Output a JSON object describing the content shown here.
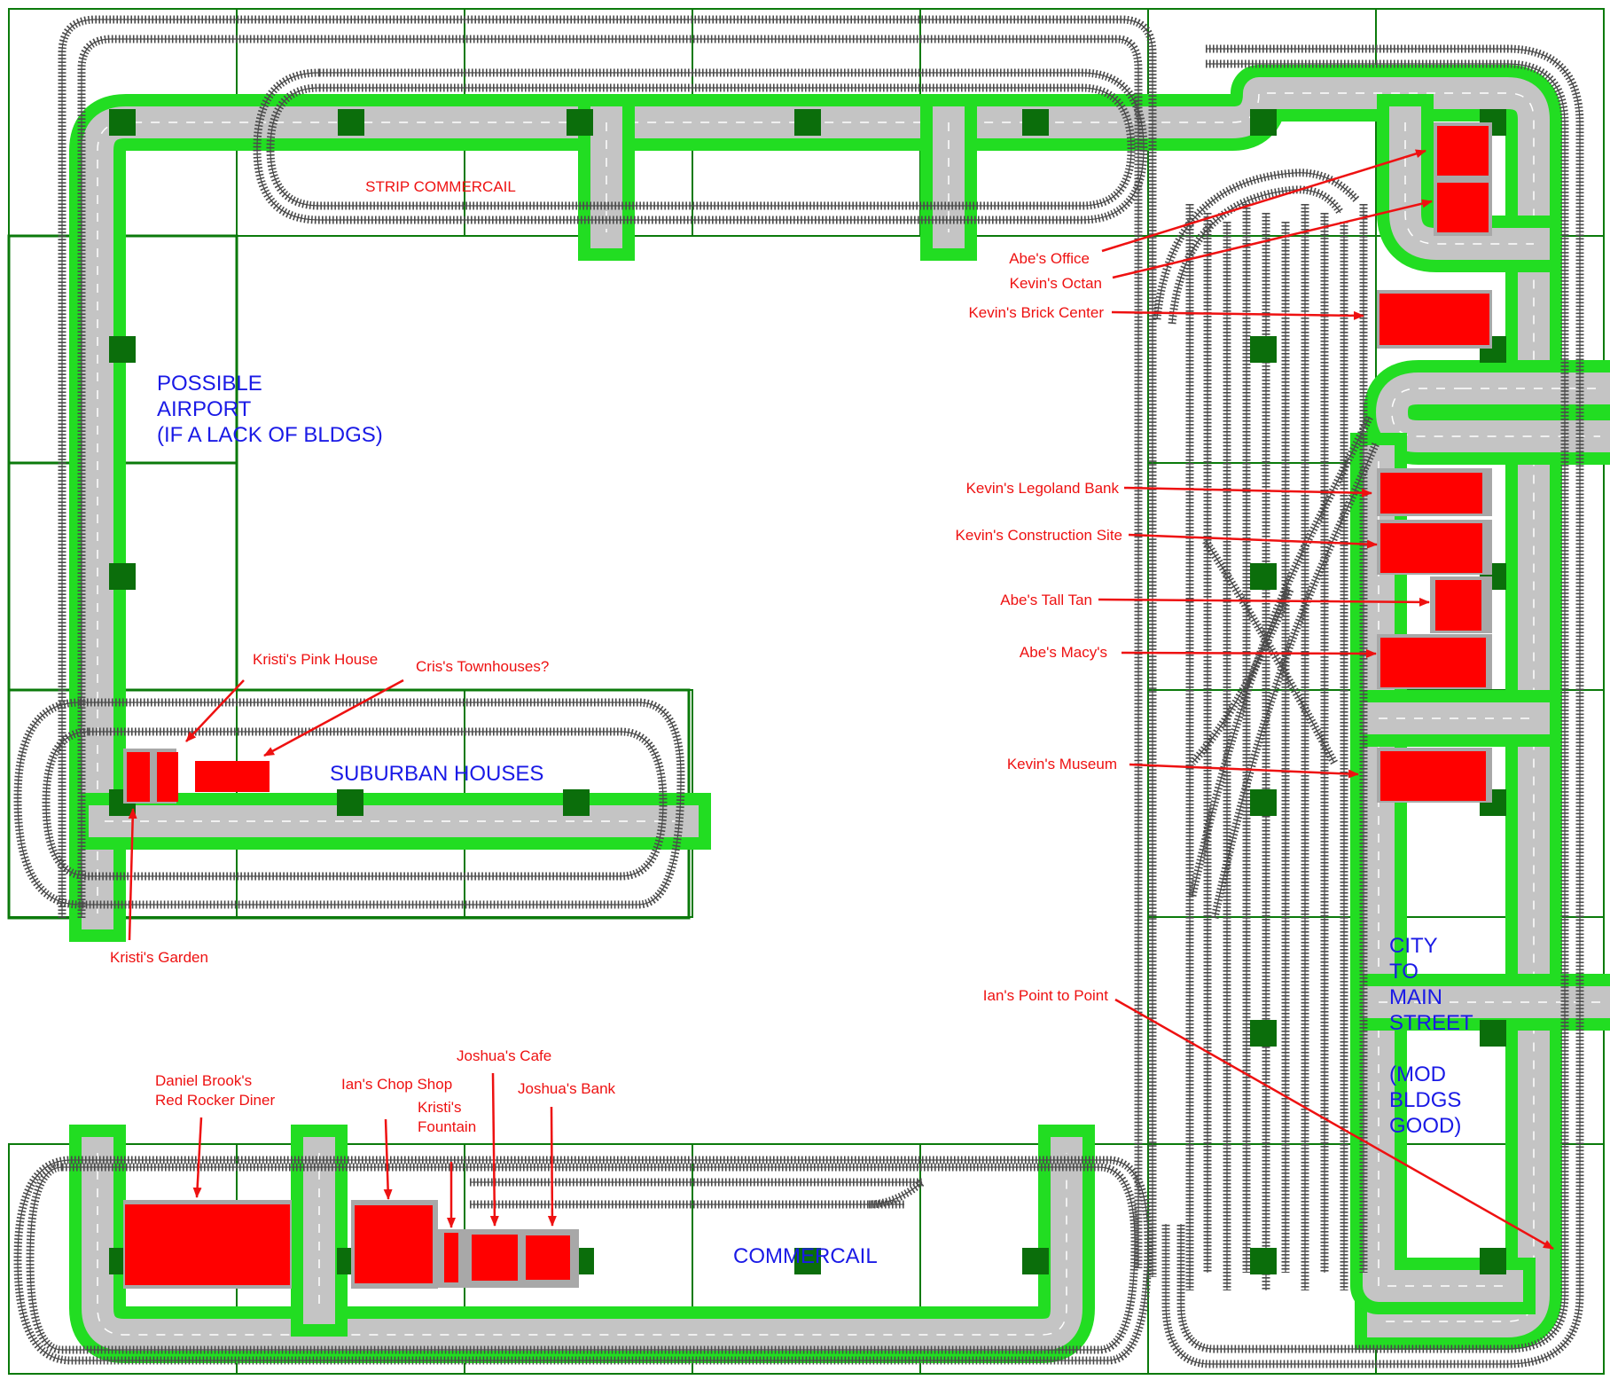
{
  "colors": {
    "baseplate_border": "#0b7a0b",
    "road_green": "#22dd22",
    "road_gray": "#c4c4c4",
    "road_line": "#ffffff",
    "marker": "#0b6e0b",
    "building": "#ff0000",
    "building_pad": "#a8a8a8",
    "rail": "#4a4a4a",
    "arrow": "#ee1111",
    "label_red": "#ee1111",
    "label_blue": "#1a1ae6"
  },
  "zones": [
    {
      "id": "strip",
      "lines": [
        "STRIP COMMERCAIL"
      ]
    },
    {
      "id": "airport",
      "lines": [
        "POSSIBLE",
        "AIRPORT",
        "(IF A LACK OF BLDGS)"
      ]
    },
    {
      "id": "suburban",
      "lines": [
        "SUBURBAN HOUSES"
      ]
    },
    {
      "id": "commercail",
      "lines": [
        "COMMERCAIL"
      ]
    },
    {
      "id": "city",
      "lines": [
        "CITY",
        "TO",
        "MAIN",
        "STREET",
        "",
        "(MOD",
        "BLDGS",
        "GOOD)"
      ]
    }
  ],
  "labels": [
    {
      "id": "abes-office",
      "lines": [
        "Abe's Office"
      ]
    },
    {
      "id": "kevins-octan",
      "lines": [
        "Kevin's Octan"
      ]
    },
    {
      "id": "kevins-brick-center",
      "lines": [
        "Kevin's Brick Center"
      ]
    },
    {
      "id": "kevins-legoland-bank",
      "lines": [
        "Kevin's Legoland Bank"
      ]
    },
    {
      "id": "kevins-construction-site",
      "lines": [
        "Kevin's Construction Site"
      ]
    },
    {
      "id": "abes-tall-tan",
      "lines": [
        "Abe's Tall Tan"
      ]
    },
    {
      "id": "abes-macys",
      "lines": [
        "Abe's Macy's"
      ]
    },
    {
      "id": "kevins-museum",
      "lines": [
        "Kevin's Museum"
      ]
    },
    {
      "id": "ians-point-to-point",
      "lines": [
        "Ian's Point to Point"
      ]
    },
    {
      "id": "kristis-pink-house",
      "lines": [
        "Kristi's Pink House"
      ]
    },
    {
      "id": "criss-townhouses",
      "lines": [
        "Cris's Townhouses?"
      ]
    },
    {
      "id": "kristis-garden",
      "lines": [
        "Kristi's Garden"
      ]
    },
    {
      "id": "red-rocker-diner",
      "lines": [
        "Daniel Brook's",
        "Red Rocker Diner"
      ]
    },
    {
      "id": "ians-chop-shop",
      "lines": [
        "Ian's Chop Shop"
      ]
    },
    {
      "id": "kristis-fountain",
      "lines": [
        "Kristi's",
        "Fountain"
      ]
    },
    {
      "id": "joshuas-cafe",
      "lines": [
        "Joshua's Cafe"
      ]
    },
    {
      "id": "joshuas-bank",
      "lines": [
        "Joshua's Bank"
      ]
    }
  ]
}
